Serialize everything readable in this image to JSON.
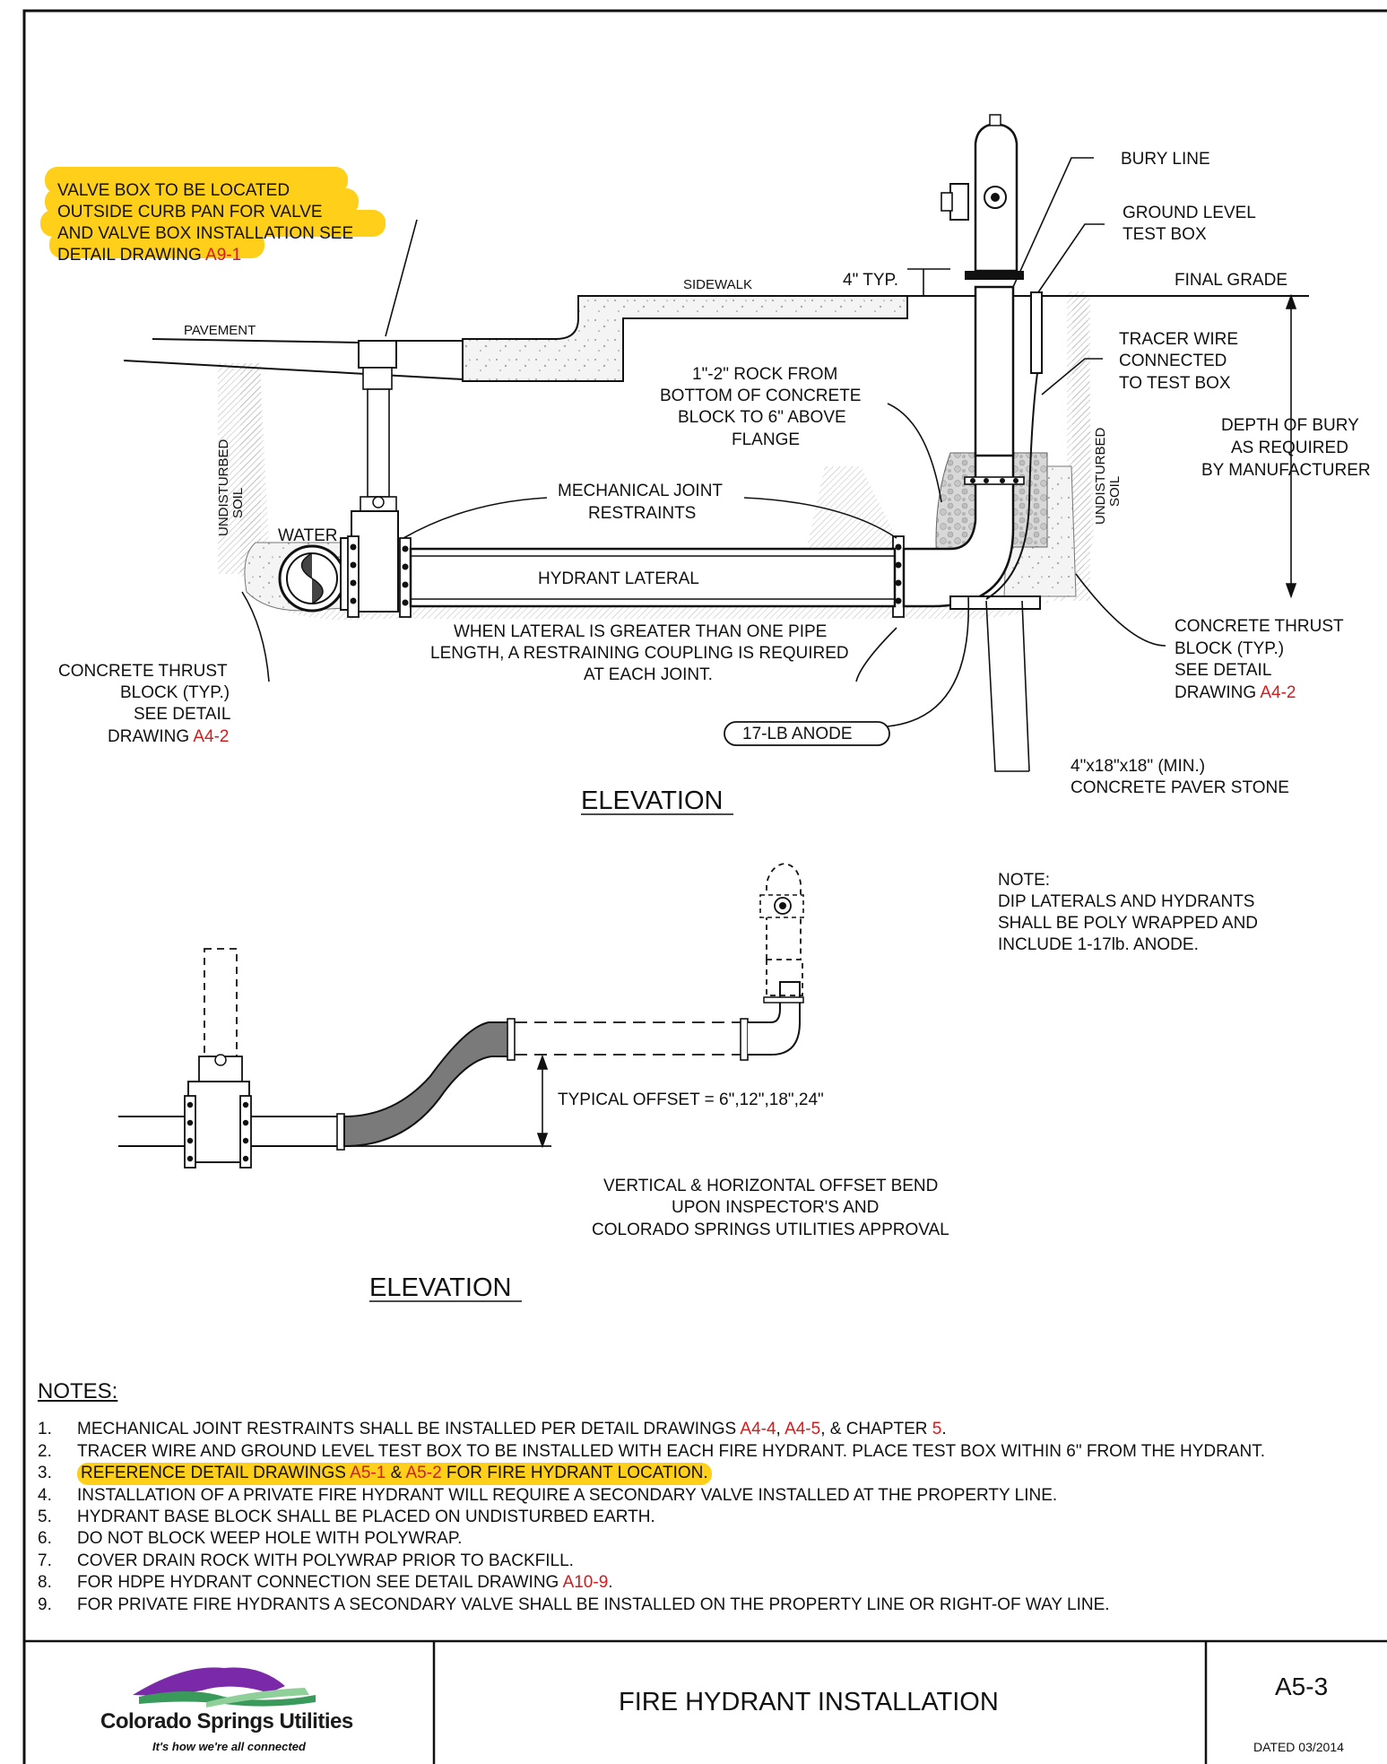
{
  "callouts": {
    "valve_box_lines": [
      "VALVE BOX TO BE LOCATED",
      "OUTSIDE CURB PAN FOR VALVE",
      "AND VALVE BOX INSTALLATION SEE",
      "DETAIL DRAWING "
    ],
    "valve_box_ref": "A9-1",
    "pavement": "PAVEMENT",
    "sidewalk": "SIDEWALK",
    "typ4": "4\" TYP.",
    "bury_line": "BURY LINE",
    "ground_test_1": "GROUND LEVEL",
    "ground_test_2": "TEST BOX",
    "final_grade": "FINAL GRADE",
    "tracer_1": "TRACER WIRE",
    "tracer_2": "CONNECTED",
    "tracer_3": "TO TEST BOX",
    "rock_1": "1\"-2\" ROCK FROM",
    "rock_2": "BOTTOM OF CONCRETE",
    "rock_3": "BLOCK TO 6\" ABOVE",
    "rock_4": "FLANGE",
    "depth_1": "DEPTH OF BURY",
    "depth_2": "AS REQUIRED",
    "depth_3": "BY MANUFACTURER",
    "mj_1": "MECHANICAL JOINT",
    "mj_2": "RESTRAINTS",
    "water": "WATER",
    "soil_1": "UNDISTURBED",
    "soil_2": "SOIL",
    "lateral": "HYDRANT LATERAL",
    "coupling_1": "WHEN LATERAL IS GREATER THAN ONE PIPE",
    "coupling_2": "LENGTH, A RESTRAINING COUPLING IS REQUIRED",
    "coupling_3": "AT EACH JOINT.",
    "thrust_l_1": "CONCRETE THRUST",
    "thrust_l_2": "BLOCK (TYP.)",
    "thrust_l_3": "SEE DETAIL",
    "thrust_l_4": "DRAWING ",
    "thrust_ref": "A4-2",
    "thrust_r_1": "CONCRETE THRUST",
    "thrust_r_2": "BLOCK (TYP.)",
    "thrust_r_3": "SEE DETAIL",
    "thrust_r_4": "DRAWING ",
    "anode": "17-LB ANODE",
    "paver_1": "4\"x18\"x18\" (MIN.)",
    "paver_2": "CONCRETE PAVER STONE",
    "elevation": "ELEVATION",
    "note_head": "NOTE:",
    "note_1": "DIP LATERALS AND HYDRANTS",
    "note_2": "SHALL BE POLY WRAPPED AND",
    "note_3": "INCLUDE 1-17lb. ANODE.",
    "offset": "TYPICAL OFFSET = 6\",12\",18\",24\"",
    "bend_1": "VERTICAL & HORIZONTAL OFFSET BEND",
    "bend_2": "UPON INSPECTOR'S AND",
    "bend_3": "COLORADO SPRINGS UTILITIES APPROVAL",
    "elevation2": "ELEVATION"
  },
  "notes": {
    "heading": "NOTES:",
    "items": [
      {
        "num": "1.",
        "parts": [
          "MECHANICAL JOINT RESTRAINTS SHALL BE INSTALLED PER DETAIL DRAWINGS ",
          "A4-4",
          ", ",
          "A4-5",
          ", & CHAPTER ",
          "5",
          "."
        ]
      },
      {
        "num": "2.",
        "text": "TRACER WIRE AND GROUND LEVEL TEST BOX TO BE INSTALLED WITH EACH FIRE HYDRANT. PLACE TEST BOX WITHIN 6\" FROM THE HYDRANT."
      },
      {
        "num": "3.",
        "parts": [
          "REFERENCE DETAIL DRAWINGS ",
          "A5-1",
          " & ",
          "A5-2",
          " FOR FIRE HYDRANT LOCATION."
        ]
      },
      {
        "num": "4.",
        "text": "INSTALLATION OF A PRIVATE FIRE HYDRANT WILL REQUIRE A SECONDARY VALVE INSTALLED AT THE PROPERTY LINE."
      },
      {
        "num": "5.",
        "text": "HYDRANT BASE BLOCK SHALL BE PLACED ON UNDISTURBED EARTH."
      },
      {
        "num": "6.",
        "text": "DO NOT BLOCK WEEP HOLE WITH POLYWRAP."
      },
      {
        "num": "7.",
        "text": "COVER DRAIN ROCK WITH POLYWRAP PRIOR TO BACKFILL."
      },
      {
        "num": "8.",
        "parts": [
          "FOR HDPE HYDRANT CONNECTION SEE DETAIL DRAWING ",
          "A10-9",
          "."
        ]
      },
      {
        "num": "9.",
        "text": "FOR PRIVATE FIRE HYDRANTS A SECONDARY VALVE SHALL BE INSTALLED ON THE PROPERTY LINE OR RIGHT-OF WAY LINE."
      }
    ]
  },
  "title_block": {
    "logo_name": "Colorado Springs Utilities",
    "logo_tagline": "It's how we're all connected",
    "title": "FIRE HYDRANT INSTALLATION",
    "drawing_number": "A5-3",
    "dated": "DATED 03/2014"
  },
  "colors": {
    "highlight": "#ffcf1a",
    "reference": "#d21c1c",
    "logo_purple": "#7a2aa8",
    "logo_green": "#3a9a5b"
  }
}
